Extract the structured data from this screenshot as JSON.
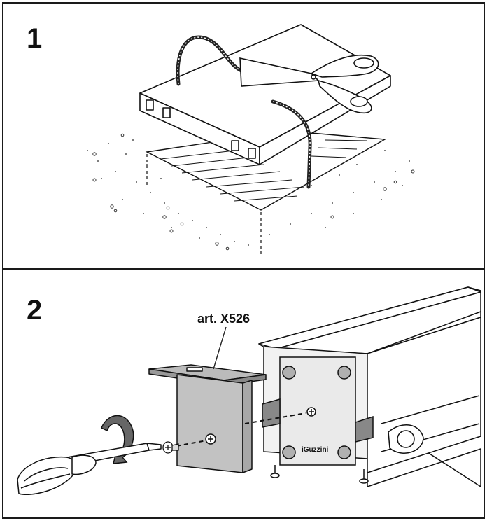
{
  "steps": [
    {
      "number": "1"
    },
    {
      "number": "2"
    }
  ],
  "callout": {
    "label": "art. X526"
  },
  "fixture_logo": "iGuzzini"
}
